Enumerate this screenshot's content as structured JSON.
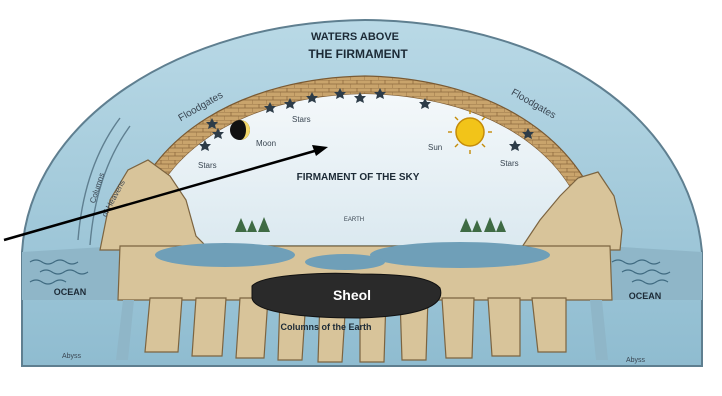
{
  "diagram": {
    "labels": {
      "waters_above_1": "WATERS ABOVE",
      "waters_above_2": "THE FIRMAMENT",
      "floodgates_left": "Floodgates",
      "floodgates_right": "Floodgates",
      "columns_heavens_1": "Columns",
      "columns_heavens_2": "of Heavens",
      "stars_top": "Stars",
      "stars_left": "Stars",
      "stars_right": "Stars",
      "moon": "Moon",
      "sun": "Sun",
      "firmament_sky": "FIRMAMENT OF THE SKY",
      "earth": "EARTH",
      "ocean_left": "OCEAN",
      "ocean_right": "OCEAN",
      "sheol": "Sheol",
      "columns_earth": "Columns of the Earth",
      "abyss_left": "Abyss",
      "abyss_right": "Abyss"
    },
    "colors": {
      "sky_water": "#a9cfe0",
      "sky_inner": "#e9f2f6",
      "brick": "#c9a46c",
      "rock": "#d8c49a",
      "sea": "#6f9fb8",
      "sheol": "#2a2a2a",
      "sun": "#f2c419",
      "arrow": "#000000"
    },
    "icons": [
      "sun-icon",
      "moon-icon",
      "star-icon",
      "tree-icon",
      "wave-icon"
    ]
  }
}
